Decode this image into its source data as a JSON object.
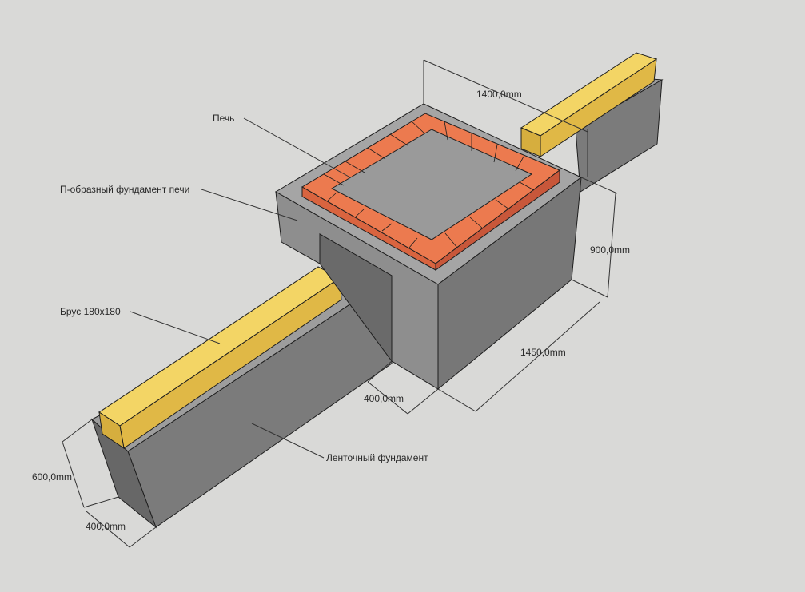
{
  "labels": {
    "pech": "Печь",
    "p_foundation": "П-образный фундамент печи",
    "brus": "Брус 180х180",
    "strip_foundation": "Ленточный фундамент"
  },
  "dimensions": {
    "width_top": "1400,0mm",
    "height_pech": "900,0mm",
    "length_pech": "1450,0mm",
    "leg_width": "400,0mm",
    "strip_height": "600,0mm",
    "strip_width": "400,0mm"
  },
  "colors": {
    "background": "#d9d9d7",
    "concrete_top": "#9d9d9d",
    "concrete_side": "#7b7b7b",
    "concrete_dark": "#676767",
    "brick": "#ec7a4f",
    "brick_dark": "#c8573a",
    "timber": "#f0cd58",
    "timber_dark": "#d6ae3e",
    "line": "#1e1e1e"
  }
}
